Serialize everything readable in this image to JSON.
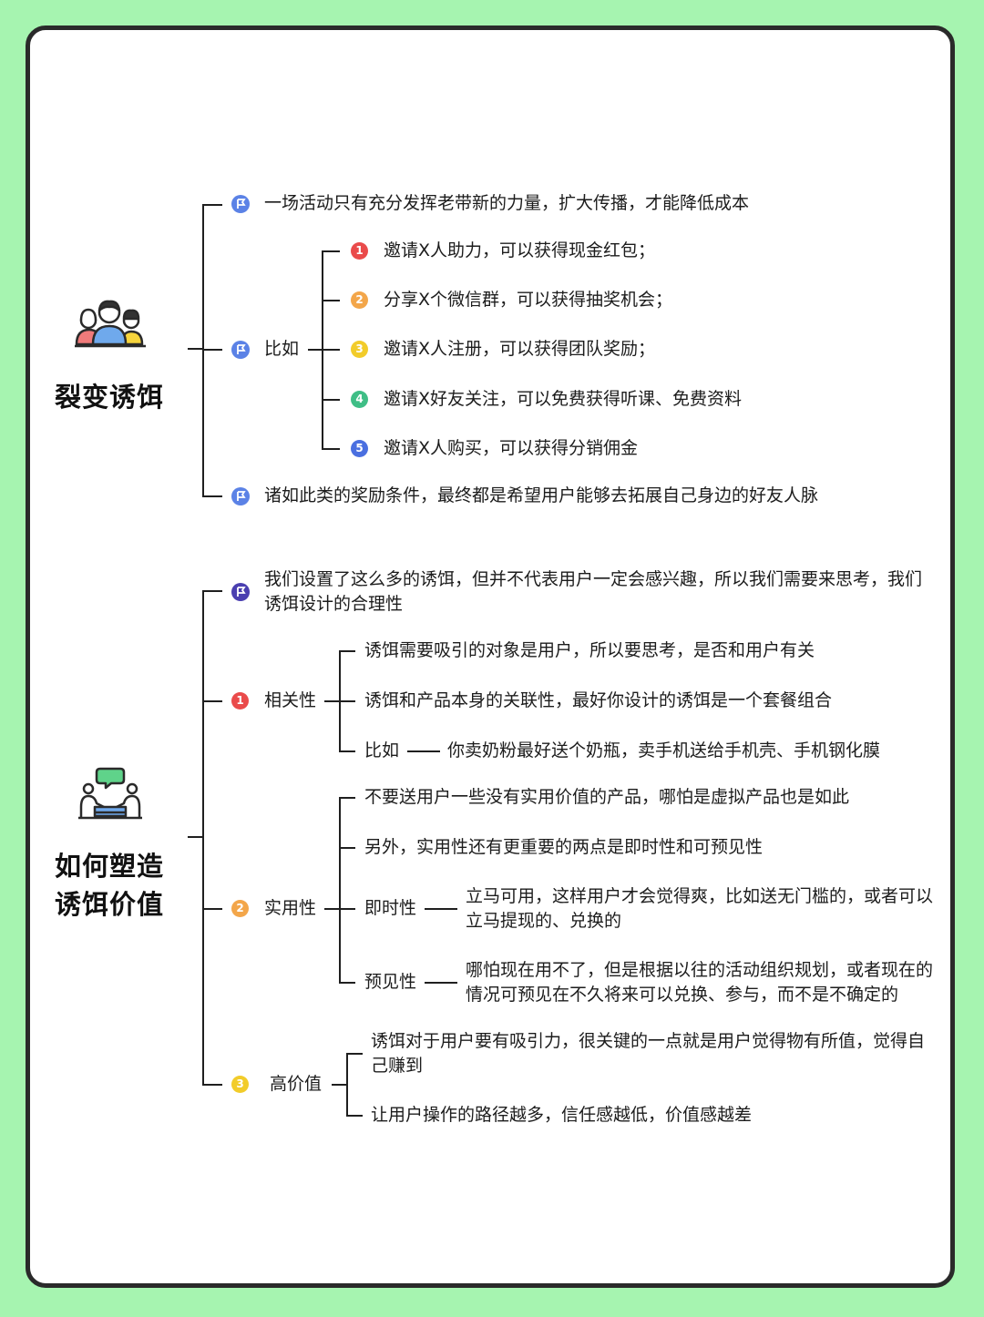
{
  "colors": {
    "background": "#a6f4b0",
    "flag_blue": "#5b82e6",
    "flag_purple": "#4a3fb0",
    "num1": "#ea4b4b",
    "num2": "#f3a64a",
    "num3": "#f2cc2a",
    "num4": "#3fbe86",
    "num5": "#4a6fe0"
  },
  "section1": {
    "title": "裂变诱饵",
    "icon": "people-group-icon",
    "item1": "一场活动只有充分发挥老带新的力量，扩大传播，才能降低成本",
    "example_label": "比如",
    "examples": [
      {
        "num": "1",
        "text": "邀请X人助力，可以获得现金红包；"
      },
      {
        "num": "2",
        "text": "分享X个微信群，可以获得抽奖机会；"
      },
      {
        "num": "3",
        "text": "邀请X人注册，可以获得团队奖励；"
      },
      {
        "num": "4",
        "text": "邀请X好友关注，可以免费获得听课、免费资料"
      },
      {
        "num": "5",
        "text": "邀请X人购买，可以获得分销佣金"
      }
    ],
    "item3": "诸如此类的奖励条件，最终都是希望用户能够去拓展自己身边的好友人脉"
  },
  "section2": {
    "title_line1": "如何塑造",
    "title_line2": "诱饵价值",
    "icon": "discussion-meeting-icon",
    "intro": "我们设置了这么多的诱饵，但并不代表用户一定会感兴趣，所以我们需要来思考，我们诱饵设计的合理性",
    "relevance": {
      "num": "1",
      "label": "相关性",
      "items": [
        "诱饵需要吸引的对象是用户，所以要思考，是否和用户有关",
        "诱饵和产品本身的关联性，最好你设计的诱饵是一个套餐组合"
      ],
      "example_label": "比如",
      "example_text": "你卖奶粉最好送个奶瓶，卖手机送给手机壳、手机钢化膜"
    },
    "practical": {
      "num": "2",
      "label": "实用性",
      "items": [
        "不要送用户一些没有实用价值的产品，哪怕是虚拟产品也是如此",
        "另外，实用性还有更重要的两点是即时性和可预见性"
      ],
      "immediacy_label": "即时性",
      "immediacy_text": "立马可用，这样用户才会觉得爽，比如送无门槛的，或者可以立马提现的、兑换的",
      "foresee_label": "预见性",
      "foresee_text": "哪怕现在用不了，但是根据以往的活动组织规划，或者现在的情况可预见在不久将来可以兑换、参与，而不是不确定的"
    },
    "high_value": {
      "num": "3",
      "label": "高价值",
      "items": [
        "诱饵对于用户要有吸引力，很关键的一点就是用户觉得物有所值，觉得自己赚到",
        "让用户操作的路径越多，信任感越低，价值感越差"
      ]
    }
  }
}
